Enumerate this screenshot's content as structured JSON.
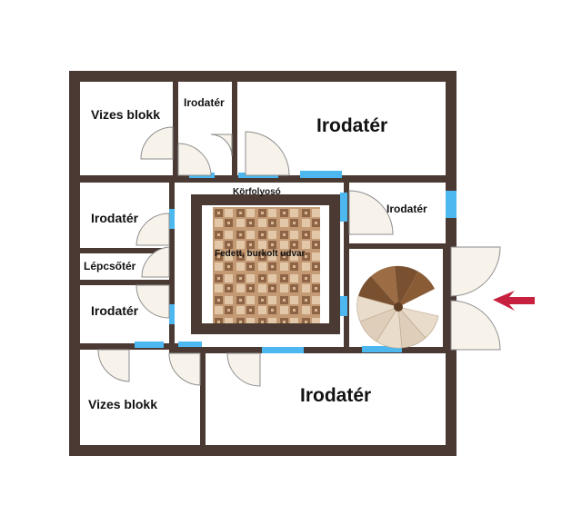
{
  "rooms": {
    "wc_top": "Vizes blokk",
    "office_small_top": "Irodatér",
    "office_large_top": "Irodatér",
    "office_right": "Irodatér",
    "corridor": "Körfolyosó",
    "office_left_1": "Irodatér",
    "courtyard": "Fedett, burkolt udvar",
    "stairwell": "Lépcsőtér",
    "office_left_2": "Irodatér",
    "wc_bottom": "Vizes blokk",
    "office_large_bottom": "Irodatér"
  },
  "colors": {
    "wall": "#4a3a33",
    "window": "#4db8f0",
    "door_fill": "#f8f3ea",
    "tile_a": "#c9a07c",
    "tile_b": "#8a6245",
    "stair_light": "#e9dccb",
    "stair_dark": "#7a5130",
    "entrance_arrow": "#c8213f"
  },
  "icons": {
    "entrance": "entrance-arrow-icon",
    "stairs": "spiral-stair-icon"
  }
}
